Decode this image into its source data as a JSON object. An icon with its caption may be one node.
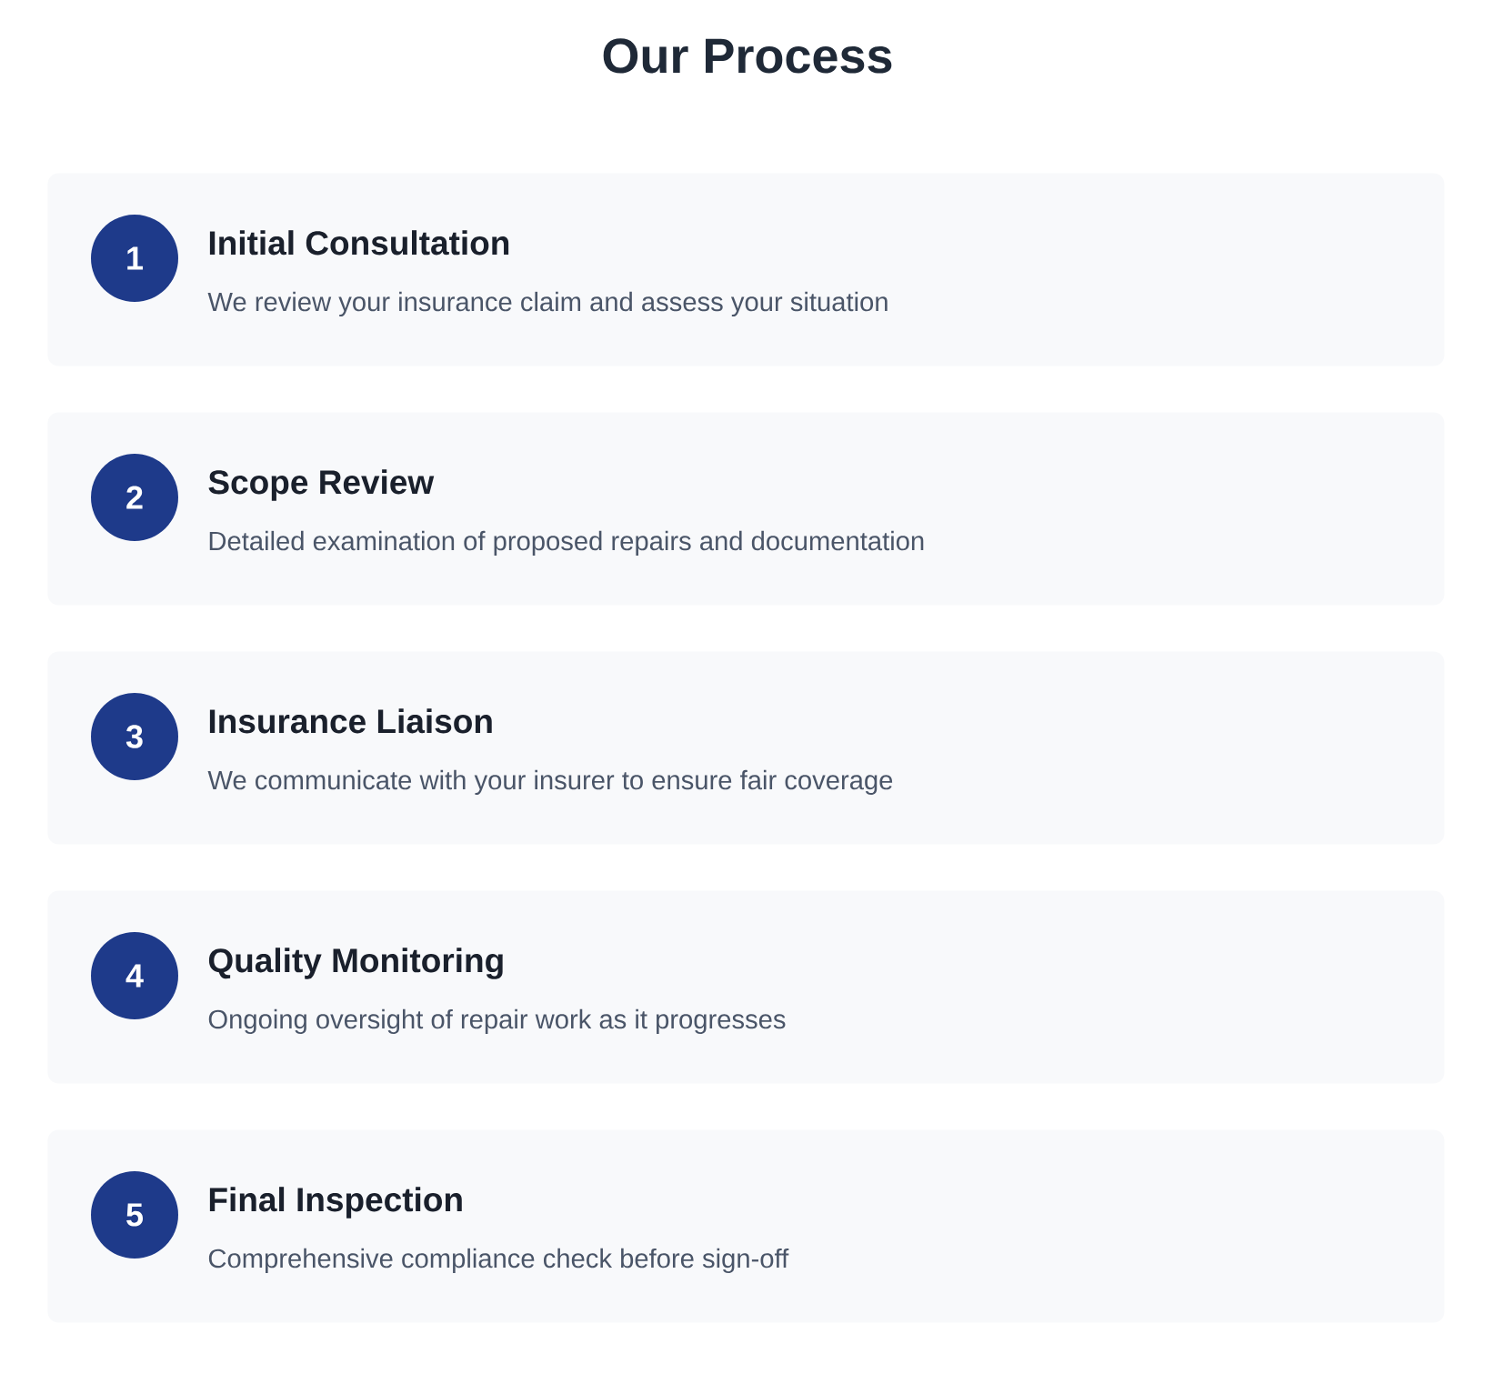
{
  "diagram": {
    "title": "Our Process",
    "nodes": [
      {
        "text": [
          "Initial Consultation",
          "We review your insurance claim and assess your situation"
        ]
      },
      {
        "text": [
          "1"
        ],
        "in": 0
      },
      {
        "text": [
          "Scope Review",
          "Detailed examination of proposed repairs and documentation"
        ]
      },
      {
        "text": [
          "2"
        ],
        "in": 2
      },
      {
        "text": [
          "Insurance Liaison",
          "We communicate with your insurer to ensure fair coverage"
        ]
      },
      {
        "text": [
          "3"
        ],
        "in": 4
      },
      {
        "text": [
          "Quality Monitoring",
          "Ongoing oversight of repair work as it progresses"
        ]
      },
      {
        "text": [
          "4"
        ],
        "in": 6
      },
      {
        "text": [
          "Final Inspection",
          "Comprehensive compliance check before sign-off"
        ]
      },
      {
        "text": [
          "5"
        ],
        "in": 8
      }
    ]
  }
}
